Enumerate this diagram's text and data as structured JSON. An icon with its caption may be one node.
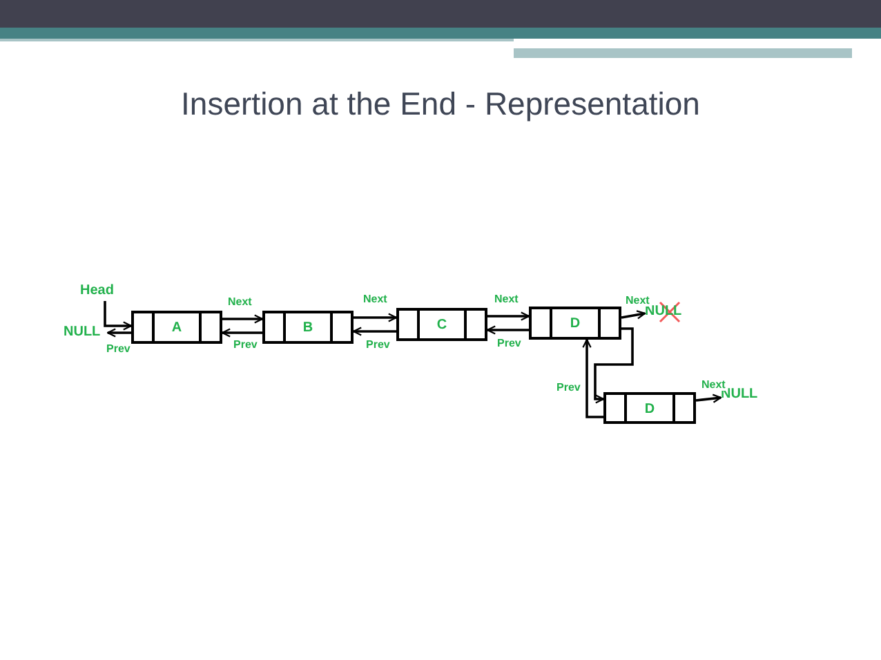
{
  "diagram": {
    "title": "Insertion at the End - Representation",
    "nodes": [
      {
        "text": [
          "Head"
        ]
      },
      {
        "text": [
          "NULL"
        ]
      },
      {
        "text": [
          "A"
        ]
      },
      {
        "text": [
          "B"
        ]
      },
      {
        "text": [
          "C"
        ]
      },
      {
        "text": [
          "D"
        ]
      },
      {
        "text": [
          "NULL"
        ]
      },
      {
        "text": [
          "D"
        ]
      },
      {
        "text": [
          "NULL"
        ]
      }
    ],
    "edges": [
      {
        "from": 0,
        "to": 2,
        "arrow": "to"
      },
      {
        "from": 2,
        "to": 1,
        "label": "Prev",
        "arrow": "to"
      },
      {
        "from": 2,
        "to": 3,
        "label": "Next",
        "arrow": "to"
      },
      {
        "from": 3,
        "to": 2,
        "label": "Prev",
        "arrow": "to"
      },
      {
        "from": 3,
        "to": 4,
        "label": "Next",
        "arrow": "to"
      },
      {
        "from": 4,
        "to": 3,
        "label": "Prev",
        "arrow": "to"
      },
      {
        "from": 4,
        "to": 5,
        "label": "Next",
        "arrow": "to"
      },
      {
        "from": 5,
        "to": 4,
        "label": "Prev",
        "arrow": "to"
      },
      {
        "from": 5,
        "to": 6,
        "label": "Next",
        "arrow": "to"
      },
      {
        "from": 5,
        "to": 7,
        "arrow": "to"
      },
      {
        "from": 7,
        "to": 5,
        "label": "Prev",
        "arrow": "to"
      },
      {
        "from": 7,
        "to": 8,
        "label": "Next",
        "arrow": "to"
      }
    ]
  }
}
